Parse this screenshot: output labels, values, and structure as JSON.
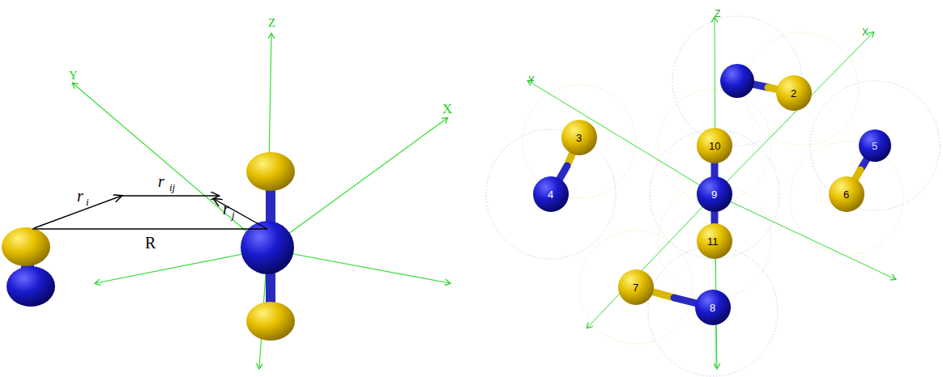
{
  "diagram": {
    "labels": [
      "Z",
      "Y",
      "X",
      "r",
      "i",
      "r",
      "ij",
      "r",
      "j",
      "R",
      "Z",
      "Y",
      "X",
      "2",
      "3",
      "4",
      "5",
      "6",
      "7",
      "8",
      "9",
      "10",
      "11"
    ]
  }
}
